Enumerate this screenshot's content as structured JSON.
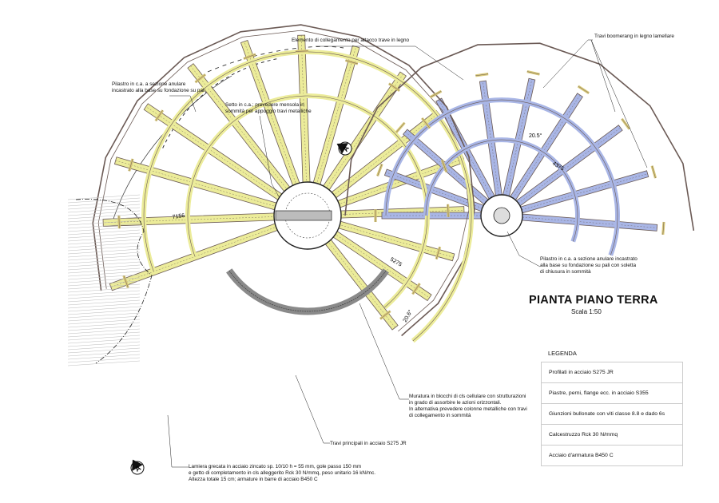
{
  "notes": {
    "pilastro_sx": [
      "Pilastro in c.a. a sezione anulare",
      "incastrato alla base su fondazione su pali"
    ],
    "setto": [
      "Setto in c.a.; prevedere mensola in",
      "sommità per appoggio travi metalliche"
    ],
    "elemento": "Elemento di collegamento per attacco trave in legno",
    "travi_boomerang": "Travi boomerang in legno lamellare",
    "pilastro_dx": [
      "Pilastro in c.a. a sezione anulare incastrato",
      "alla base su fondazione su pali con soletta",
      "di chiusura in sommità"
    ],
    "muratura": [
      "Muratura in blocchi di cls cellulare con strutturazioni",
      "in grado di assorbire le azioni orizzontali.",
      "In alternativa prevedere colonne metalliche con travi",
      "di collegamento in sommità"
    ],
    "travi_principali": "Travi principali in acciaio S275 JR",
    "lamiera": [
      "Lamiera grecata in acciaio zincato sp. 10/10 h = 55 mm, gole passo 150 mm",
      "e getto di completamento in cls alleggerito Rck 30 N/mmq, peso unitario 16 kN/mc.",
      "Altezza totale 15 cm; armature in barre di acciaio B450 C"
    ]
  },
  "dimensions": {
    "d1": "7156",
    "d2": "5275",
    "d3": "4375",
    "angle1": "20.5°",
    "angle2": "20.6°"
  },
  "section_marker": "A",
  "title": "PIANTA PIANO TERRA",
  "scale": "Scala 1:50",
  "legend": {
    "title": "LEGENDA",
    "items": [
      "Profilati in acciaio S275 JR",
      "Piastre, perni, flange ecc. in acciaio S355",
      "Giunzioni bullonate con viti classe 8.8 e dado 6s",
      "Calcestruzzo Rck 30 N/mmq",
      "Acciaio d'armatura B450 C"
    ]
  },
  "colors": {
    "steel_beam": "#ecec9a",
    "wood_beam": "#a9b6e6",
    "outline": "#6b5a55",
    "connector": "#d8c878",
    "wall": "#8a8a8a"
  }
}
